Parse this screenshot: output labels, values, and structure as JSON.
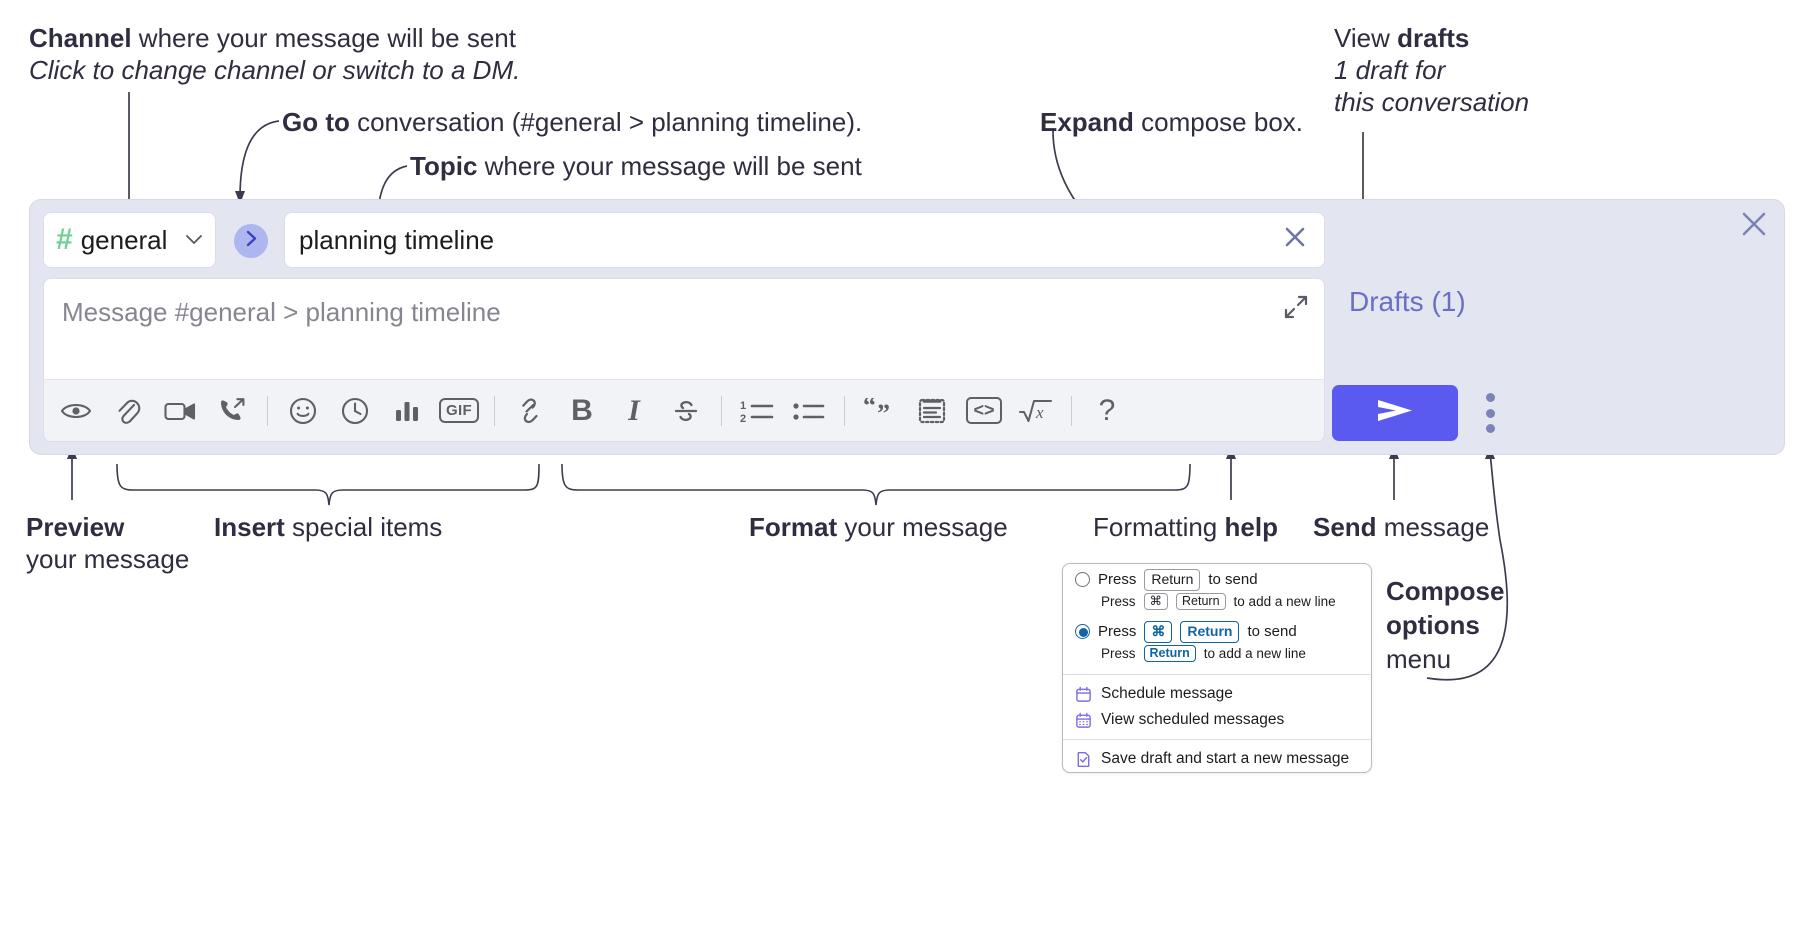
{
  "annotations": {
    "channel": {
      "bold": "Channel",
      "rest": " where your message will be sent",
      "italic": "Click to change channel or switch to a DM."
    },
    "goto": {
      "bold": "Go to",
      "rest": " conversation (#general > planning timeline)."
    },
    "topic": {
      "bold": "Topic",
      "rest": " where your message will be sent"
    },
    "expand": {
      "bold": "Expand",
      "rest": " compose box."
    },
    "drafts": {
      "plain": "View ",
      "bold": "drafts",
      "italic1": "1 draft for",
      "italic2": "this conversation"
    },
    "preview": {
      "bold": "Preview",
      "line2": "your message"
    },
    "insert": {
      "bold": "Insert",
      "rest": " special items"
    },
    "format": {
      "bold": "Format",
      "rest": " your message"
    },
    "help": {
      "plain": "Formatting ",
      "bold": "help"
    },
    "send": {
      "bold": "Send",
      "rest": " message"
    },
    "compose_options": {
      "bold1": "Compose",
      "bold2": "options",
      "plain": "menu"
    }
  },
  "compose": {
    "channel": {
      "hash": "#",
      "name": "general",
      "caret": "chevron-down"
    },
    "goto_button": {
      "glyph": "›"
    },
    "topic": {
      "value": "planning timeline",
      "clear_glyph": "✕"
    },
    "message": {
      "placeholder": "Message #general > planning timeline"
    },
    "drafts_link": "Drafts (1)",
    "close_glyph": "✕",
    "send_button_label": "send-arrow",
    "toolbar": [
      {
        "name": "preview-icon",
        "label": "Preview"
      },
      {
        "name": "attachment-icon",
        "label": "Attach file"
      },
      {
        "name": "video-icon",
        "label": "Record video clip"
      },
      {
        "name": "huddle-icon",
        "label": "Start a huddle"
      },
      {
        "name": "separator",
        "label": ""
      },
      {
        "name": "emoji-icon",
        "label": "Emoji"
      },
      {
        "name": "reminder-icon",
        "label": "Reminder"
      },
      {
        "name": "poll-icon",
        "label": "Poll"
      },
      {
        "name": "gif-icon",
        "label": "GIF"
      },
      {
        "name": "separator",
        "label": ""
      },
      {
        "name": "link-icon",
        "label": "Link"
      },
      {
        "name": "bold-icon",
        "label": "B"
      },
      {
        "name": "italic-icon",
        "label": "I"
      },
      {
        "name": "strikethrough-icon",
        "label": "Strikethrough"
      },
      {
        "name": "separator",
        "label": ""
      },
      {
        "name": "ordered-list-icon",
        "label": "Ordered list"
      },
      {
        "name": "bulleted-list-icon",
        "label": "Bulleted list"
      },
      {
        "name": "separator",
        "label": ""
      },
      {
        "name": "blockquote-icon",
        "label": "Blockquote"
      },
      {
        "name": "code-block-icon",
        "label": "Code block"
      },
      {
        "name": "inline-code-icon",
        "label": "Code"
      },
      {
        "name": "latex-icon",
        "label": "LaTeX"
      },
      {
        "name": "separator",
        "label": ""
      },
      {
        "name": "help-icon",
        "label": "?"
      }
    ]
  },
  "menu": {
    "option1": {
      "pre": "Press",
      "key": "Return",
      "post": "to send",
      "sub_pre": "Press",
      "sub_key1": "⌘",
      "sub_key2": "Return",
      "sub_post": "to add a new line",
      "selected": false
    },
    "option2": {
      "pre": "Press",
      "key1": "⌘",
      "key2": "Return",
      "post": "to send",
      "sub_pre": "Press",
      "sub_key": "Return",
      "sub_post": "to add a new line",
      "selected": true
    },
    "items": [
      {
        "icon": "calendar-clock-icon",
        "label": "Schedule message"
      },
      {
        "icon": "calendar-grid-icon",
        "label": "View scheduled messages"
      },
      {
        "icon": "save-draft-icon",
        "label": "Save draft and start a new message"
      }
    ]
  },
  "colors": {
    "compose_bg": "#e3e5f1",
    "send_button": "#5a5af0",
    "hash_green": "#6fd196",
    "goto_circle": "#aeb6ef",
    "link_purple": "#6a6fc4",
    "accent_blue": "#1264a3",
    "menu_icon_purple": "#7b6fe0",
    "text": "#2e2e40"
  }
}
